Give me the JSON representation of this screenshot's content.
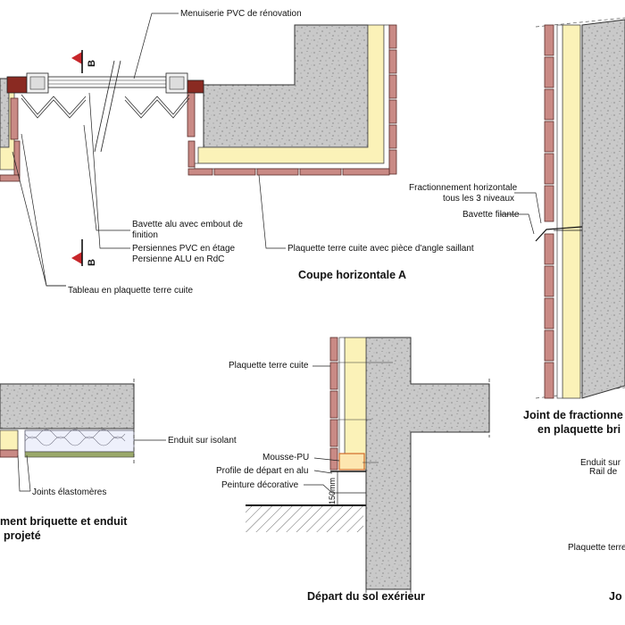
{
  "labels": {
    "menuiserie": "Menuiserie PVC de rénovation",
    "bavette_1": "Bavette alu avec embout de",
    "bavette_2": "finition",
    "persiennes_1": "Persiennes PVC en étage",
    "persiennes_2": "Persienne ALU en RdC",
    "plaquette_angle": "Plaquette terre cuite avec pièce d'angle saillant",
    "tableau": "Tableau en plaquette terre cuite",
    "section_mark_top": "B",
    "section_mark_bottom": "B",
    "fraction_h_1": "Fractionnement horizontale",
    "fraction_h_2": "tous les 3 niveaux",
    "bavette_filante": "Bavette filante",
    "enduit_isolant": "Enduit  sur isolant",
    "joints_elasto": "Joints élastomères",
    "plaquette_terre_cuite": "Plaquette terre cuite",
    "mousse_pu": "Mousse-PU",
    "profile_depart": "Profile de départ en alu",
    "peinture": "Peinture décorative",
    "dim_150": "150mm",
    "enduit_sur_cut": "Enduit sur",
    "rail_de_cut": "Rail de",
    "plaquette_terre_cut": "Plaquette terre c"
  },
  "titles": {
    "coupe_horizontale": "Coupe horizontale A",
    "joint_fraction_1": "Joint de fractionne",
    "joint_fraction_2": "en plaquette bri",
    "raccord_1": "ment briquette et enduit",
    "raccord_2": "projeté",
    "depart_sol": "Départ du sol exérieur",
    "jo_cut": "Jo"
  }
}
